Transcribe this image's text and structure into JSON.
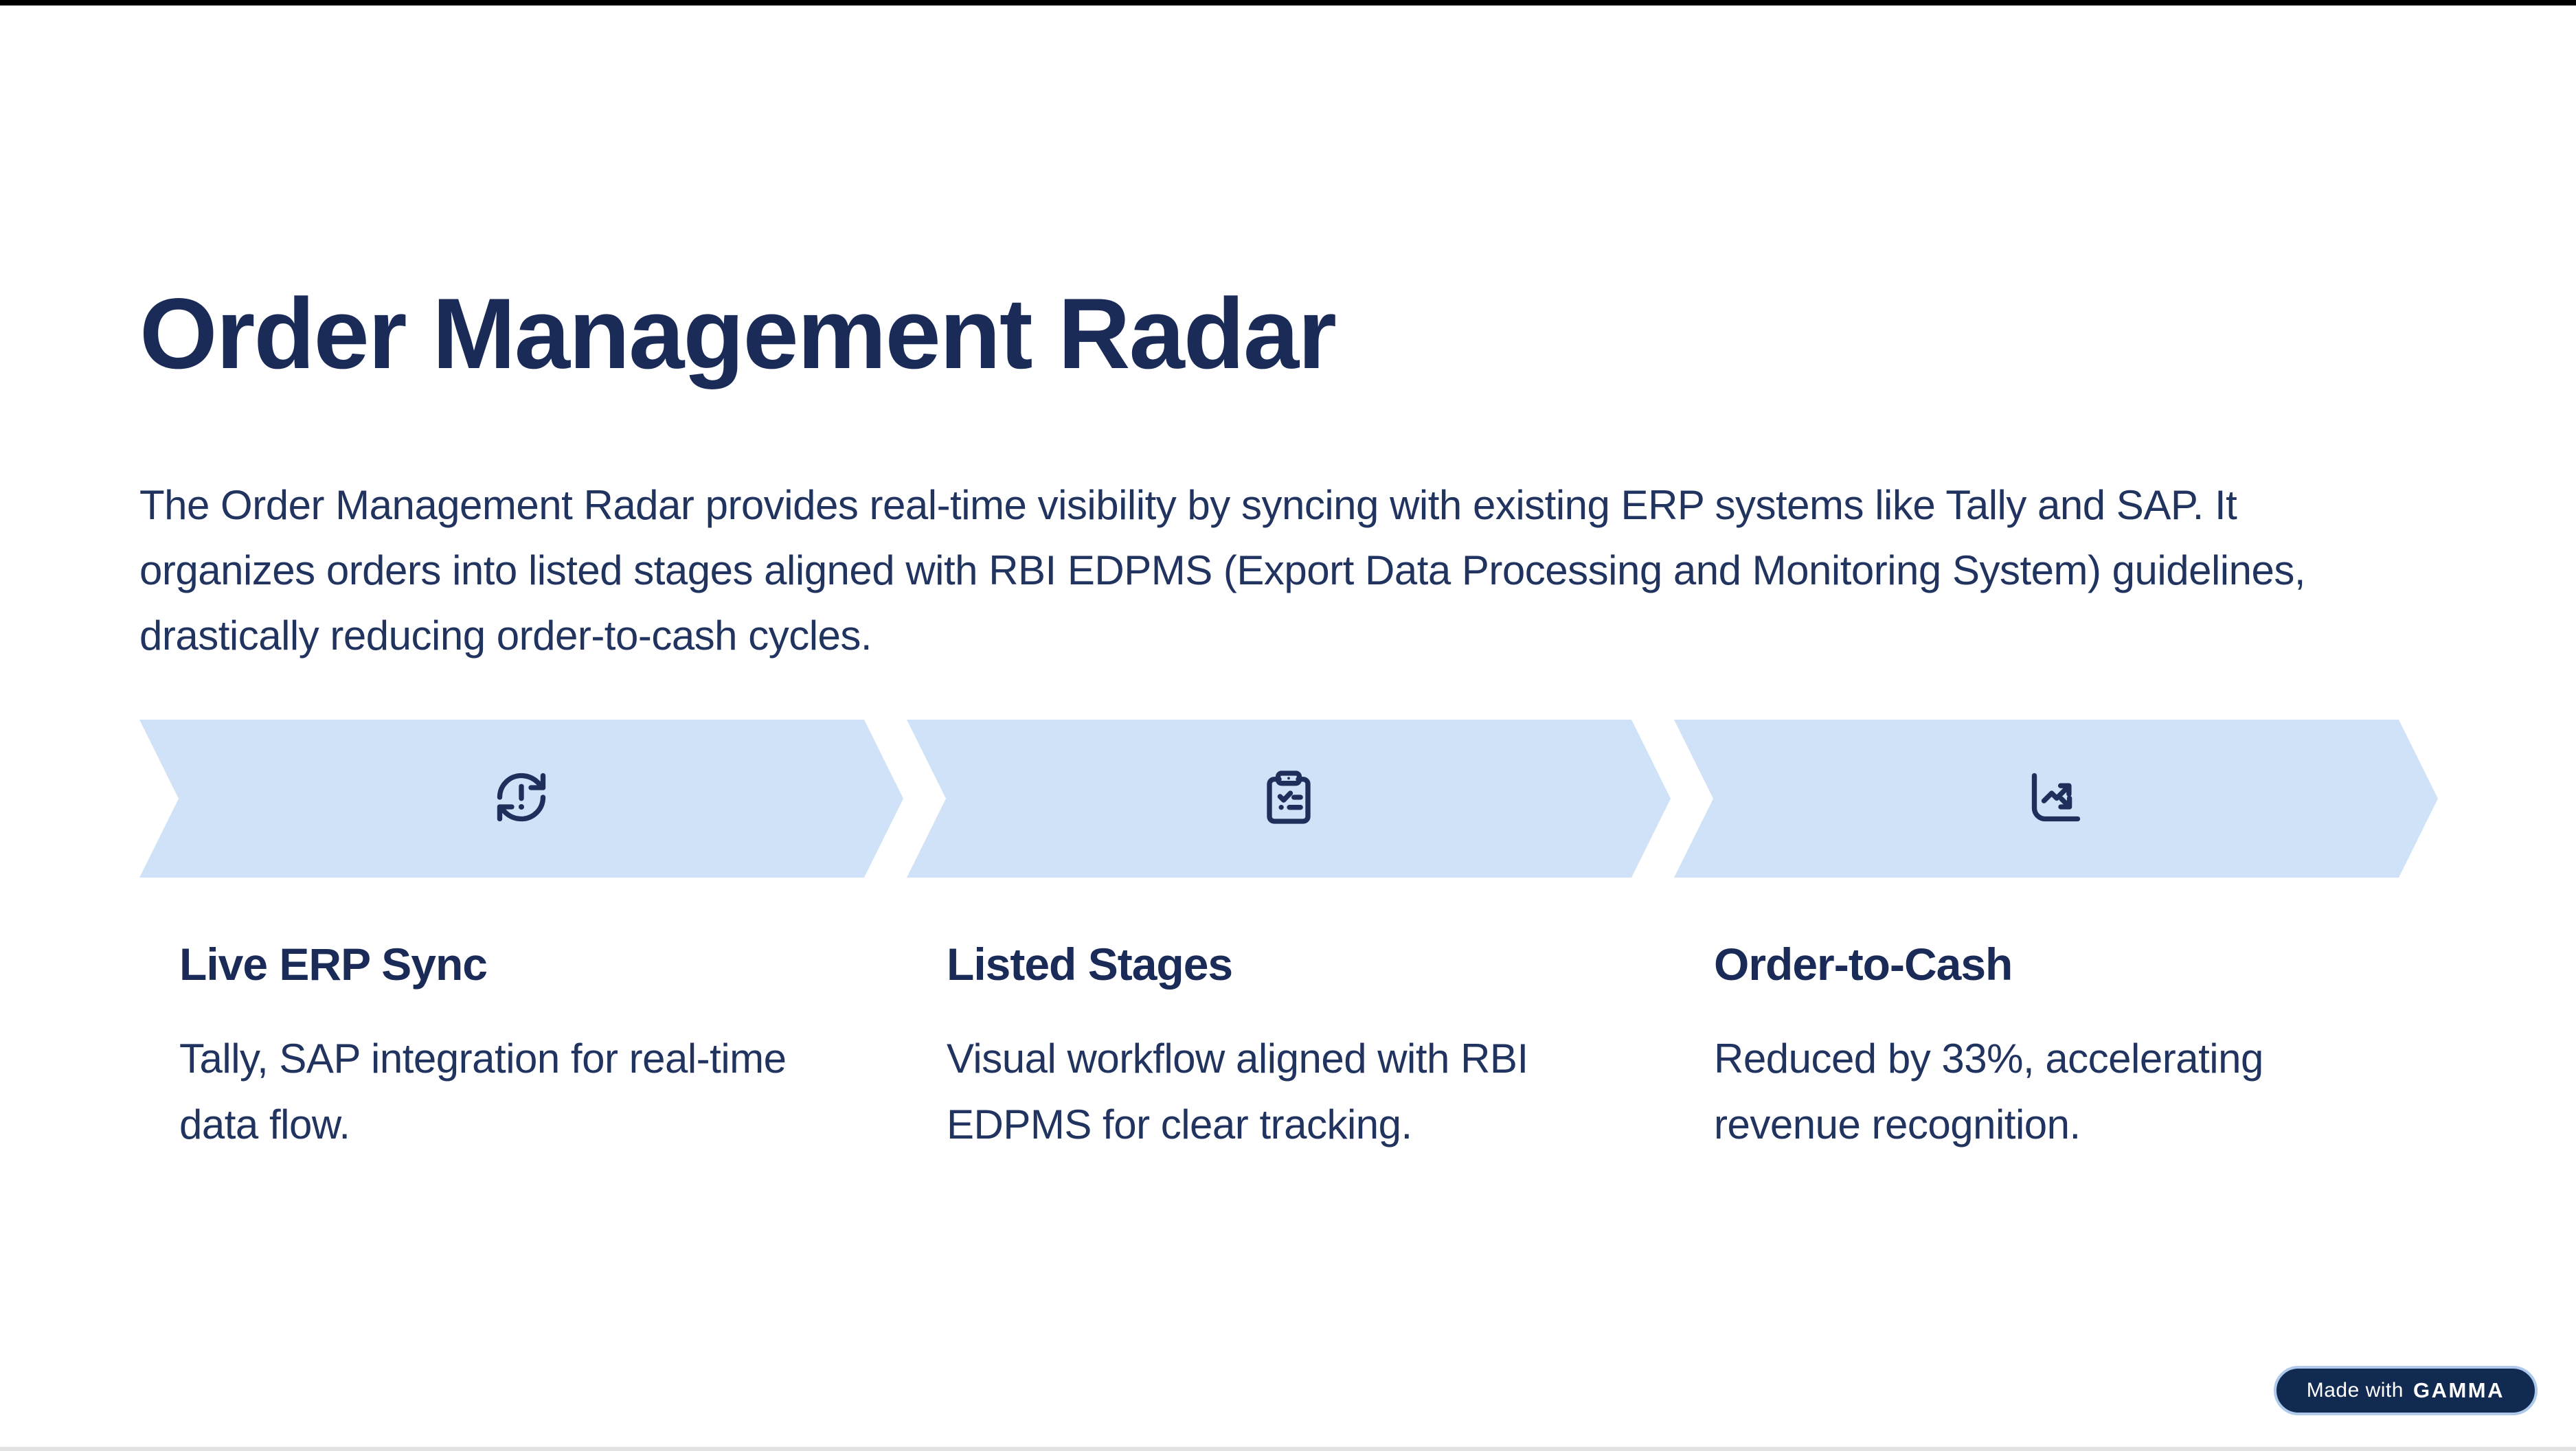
{
  "slide": {
    "title": "Order Management Radar",
    "description": "The Order Management Radar provides real-time visibility by syncing with existing ERP systems like Tally and SAP. It\norganizes orders into listed stages aligned with RBI EDPMS (Export Data Processing and Monitoring System) guidelines,\ndrastically reducing order-to-cash cycles.",
    "stages": [
      {
        "icon": "sync-alert-icon",
        "title": "Live ERP Sync",
        "description": "Tally, SAP integration for real-time\ndata flow."
      },
      {
        "icon": "clipboard-checklist-icon",
        "title": "Listed Stages",
        "description": "Visual workflow aligned with RBI\nEDPMS for clear tracking."
      },
      {
        "icon": "chart-trend-icon",
        "title": "Order-to-Cash",
        "description": "Reduced by 33%, accelerating\nrevenue recognition."
      }
    ],
    "badge": {
      "prefix": "Made with",
      "brand": "GAMMA"
    },
    "colors": {
      "heading_text": "#1a2b58",
      "body_text": "#21335f",
      "arrow_fill": "#cfe2f8",
      "icon_stroke": "#1e2f5c",
      "badge_background": "#112a52",
      "badge_border": "#aec9ea",
      "badge_text": "#ffffff",
      "top_bar": "#000000",
      "bottom_line": "#e2e2e2"
    }
  }
}
